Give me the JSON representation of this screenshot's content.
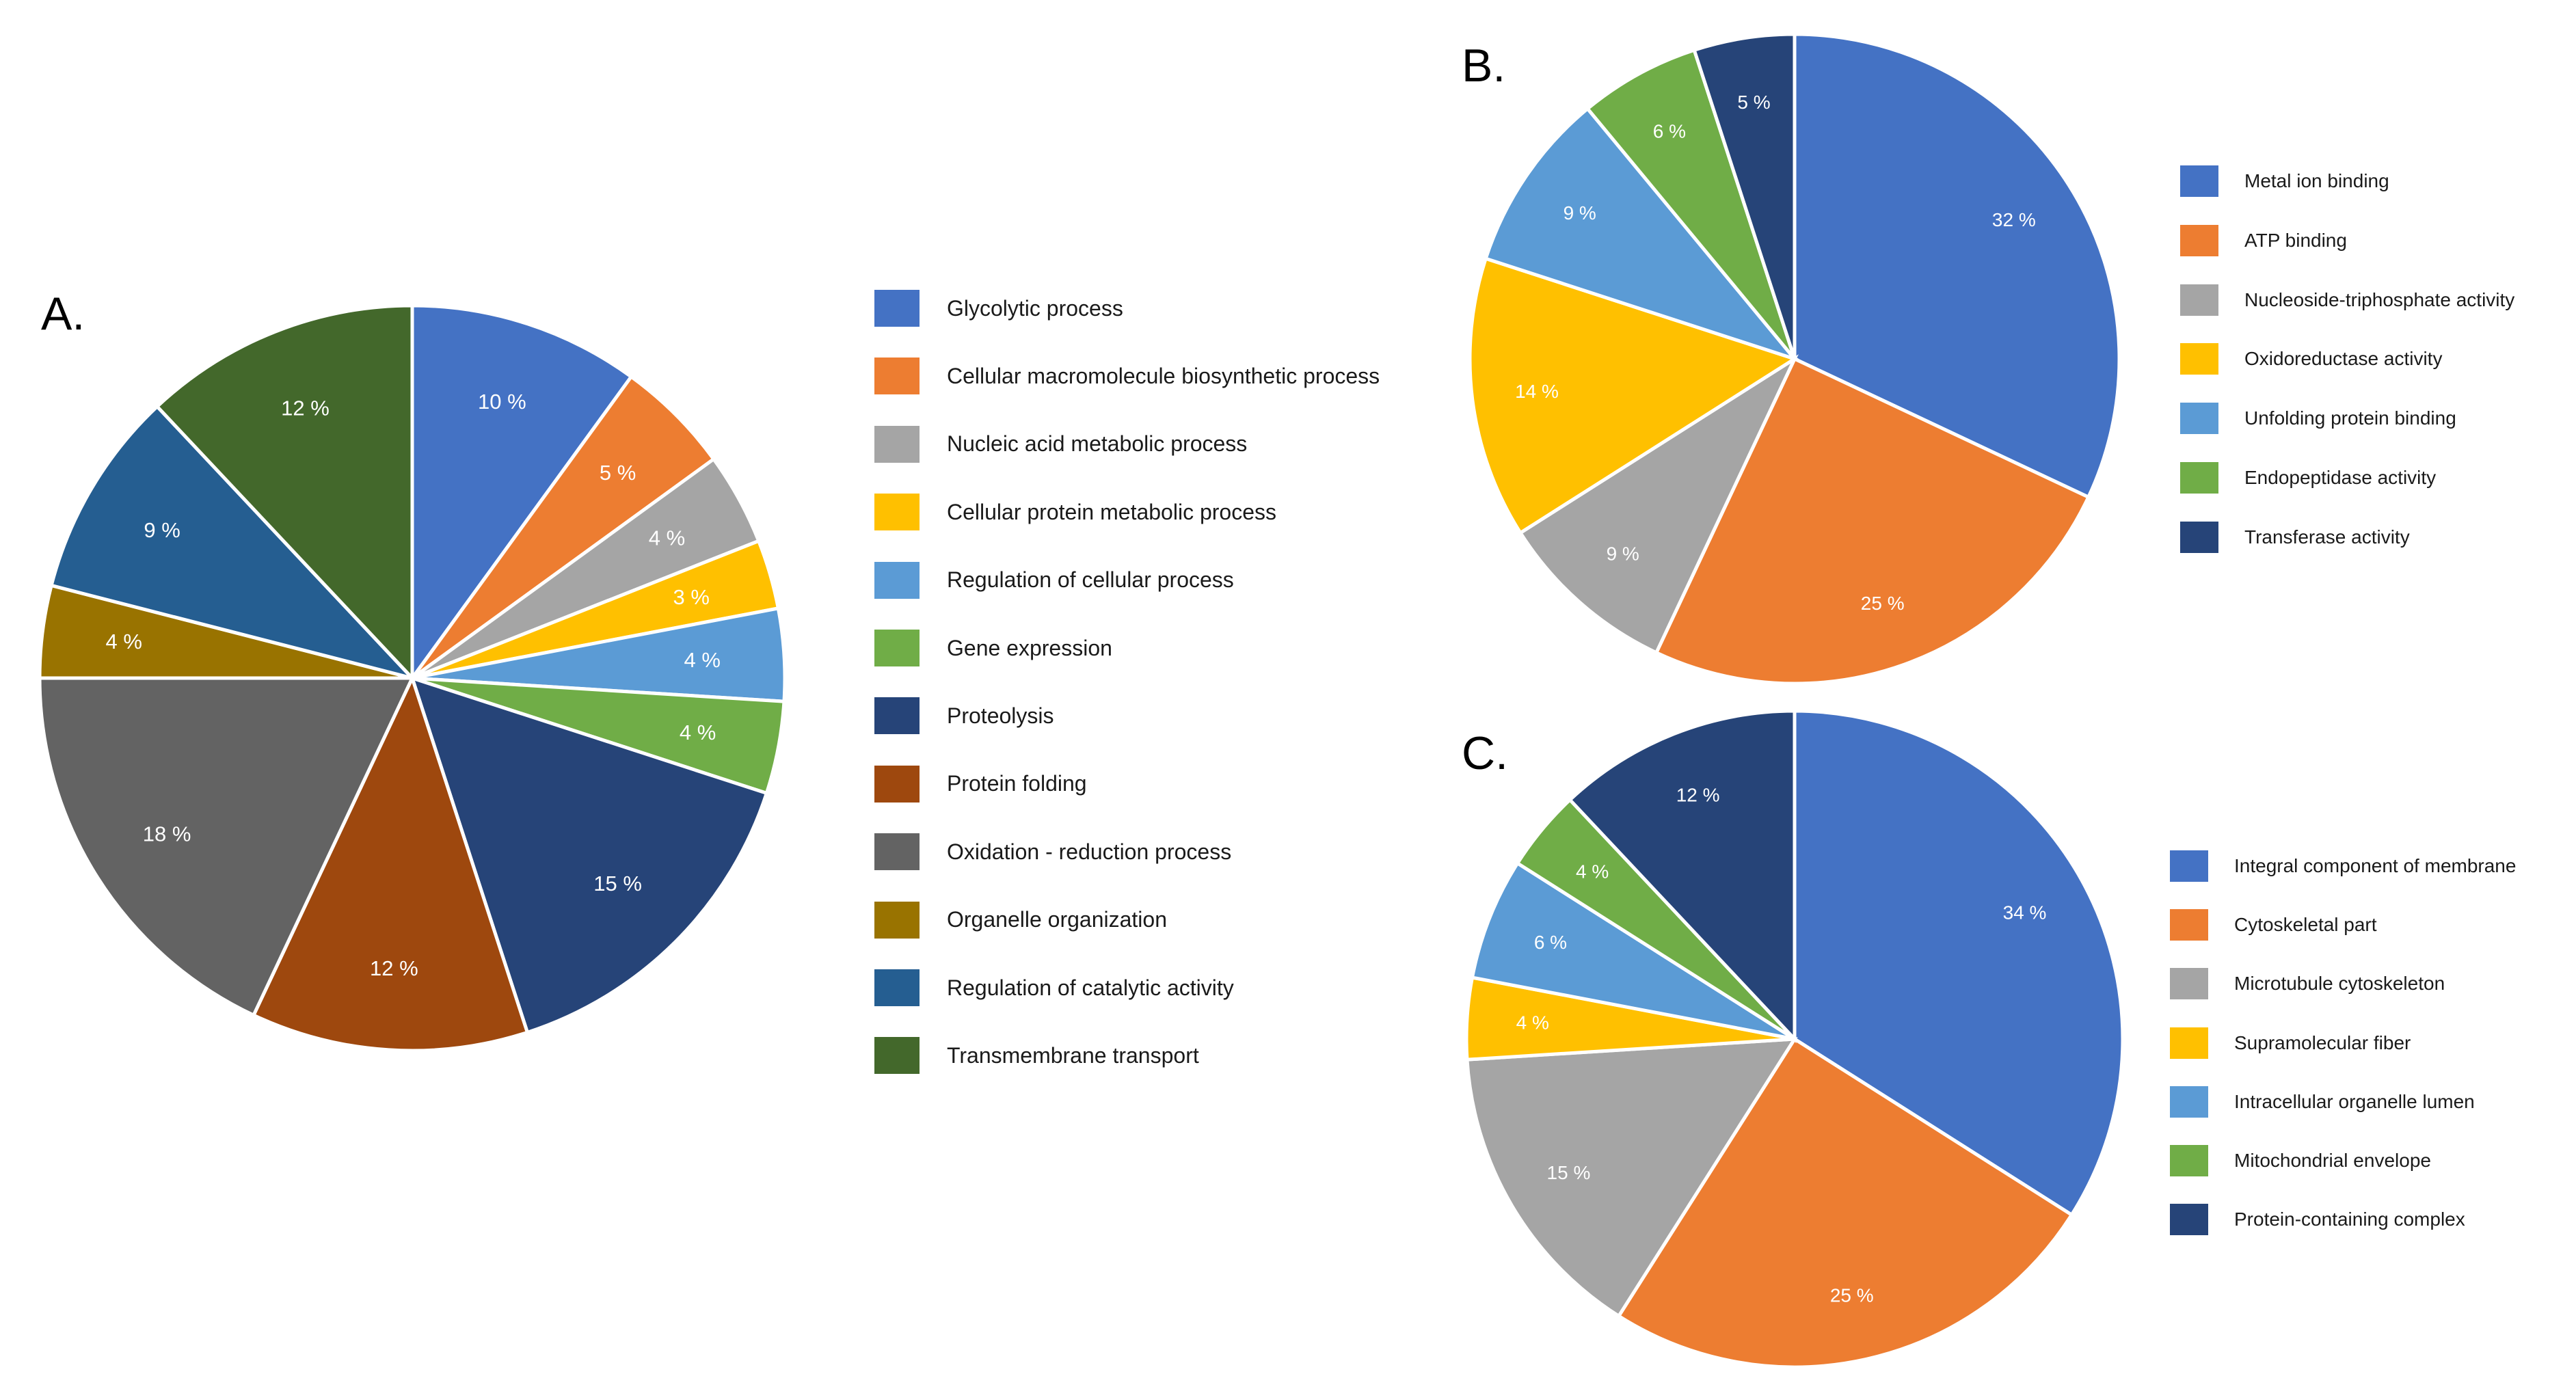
{
  "chart_data": [
    {
      "type": "pie",
      "panel": "A.",
      "categories": [
        "Glycolytic process",
        "Cellular macromolecule biosynthetic process",
        "Nucleic acid metabolic process",
        "Cellular protein metabolic process",
        "Regulation of cellular process",
        "Gene expression",
        "Proteolysis",
        "Protein folding",
        "Oxidation - reduction process",
        "Organelle organization",
        "Regulation of catalytic activity",
        "Transmembrane transport"
      ],
      "values": [
        10,
        5,
        4,
        3,
        4,
        4,
        15,
        12,
        18,
        4,
        9,
        12
      ],
      "data_labels": [
        "10 %",
        "5 %",
        "4 %",
        "3 %",
        "4 %",
        "4 %",
        "15 %",
        "12 %",
        "18 %",
        "4 %",
        "9 %",
        "12 %"
      ],
      "colors": [
        "#4472C4",
        "#ED7D31",
        "#A5A5A5",
        "#FFC000",
        "#5B9BD5",
        "#70AD47",
        "#264478",
        "#9E480E",
        "#636363",
        "#997300",
        "#255E91",
        "#43682B"
      ],
      "legend_position": "right"
    },
    {
      "type": "pie",
      "panel": "B.",
      "categories": [
        "Metal ion binding",
        "ATP binding",
        "Nucleoside-triphosphate activity",
        "Oxidoreductase activity",
        "Unfolding protein binding",
        "Endopeptidase activity",
        "Transferase activity"
      ],
      "values": [
        32,
        25,
        9,
        14,
        9,
        6,
        5
      ],
      "data_labels": [
        "32 %",
        "25 %",
        "9 %",
        "14 %",
        "9 %",
        "6 %",
        "5 %"
      ],
      "colors": [
        "#4472C4",
        "#ED7D31",
        "#A5A5A5",
        "#FFC000",
        "#5B9BD5",
        "#70AD47",
        "#264478"
      ],
      "legend_position": "right"
    },
    {
      "type": "pie",
      "panel": "C.",
      "categories": [
        "Integral component of membrane",
        "Cytoskeletal part",
        "Microtubule cytoskeleton",
        "Supramolecular fiber",
        "Intracellular organelle lumen",
        "Mitochondrial envelope",
        "Protein-containing complex"
      ],
      "values": [
        34,
        25,
        15,
        4,
        6,
        4,
        12
      ],
      "data_labels": [
        "34 %",
        "25 %",
        "15 %",
        "4 %",
        "6 %",
        "4 %",
        "12 %"
      ],
      "colors": [
        "#4472C4",
        "#ED7D31",
        "#A5A5A5",
        "#FFC000",
        "#5B9BD5",
        "#70AD47",
        "#264478"
      ],
      "legend_position": "right"
    }
  ]
}
